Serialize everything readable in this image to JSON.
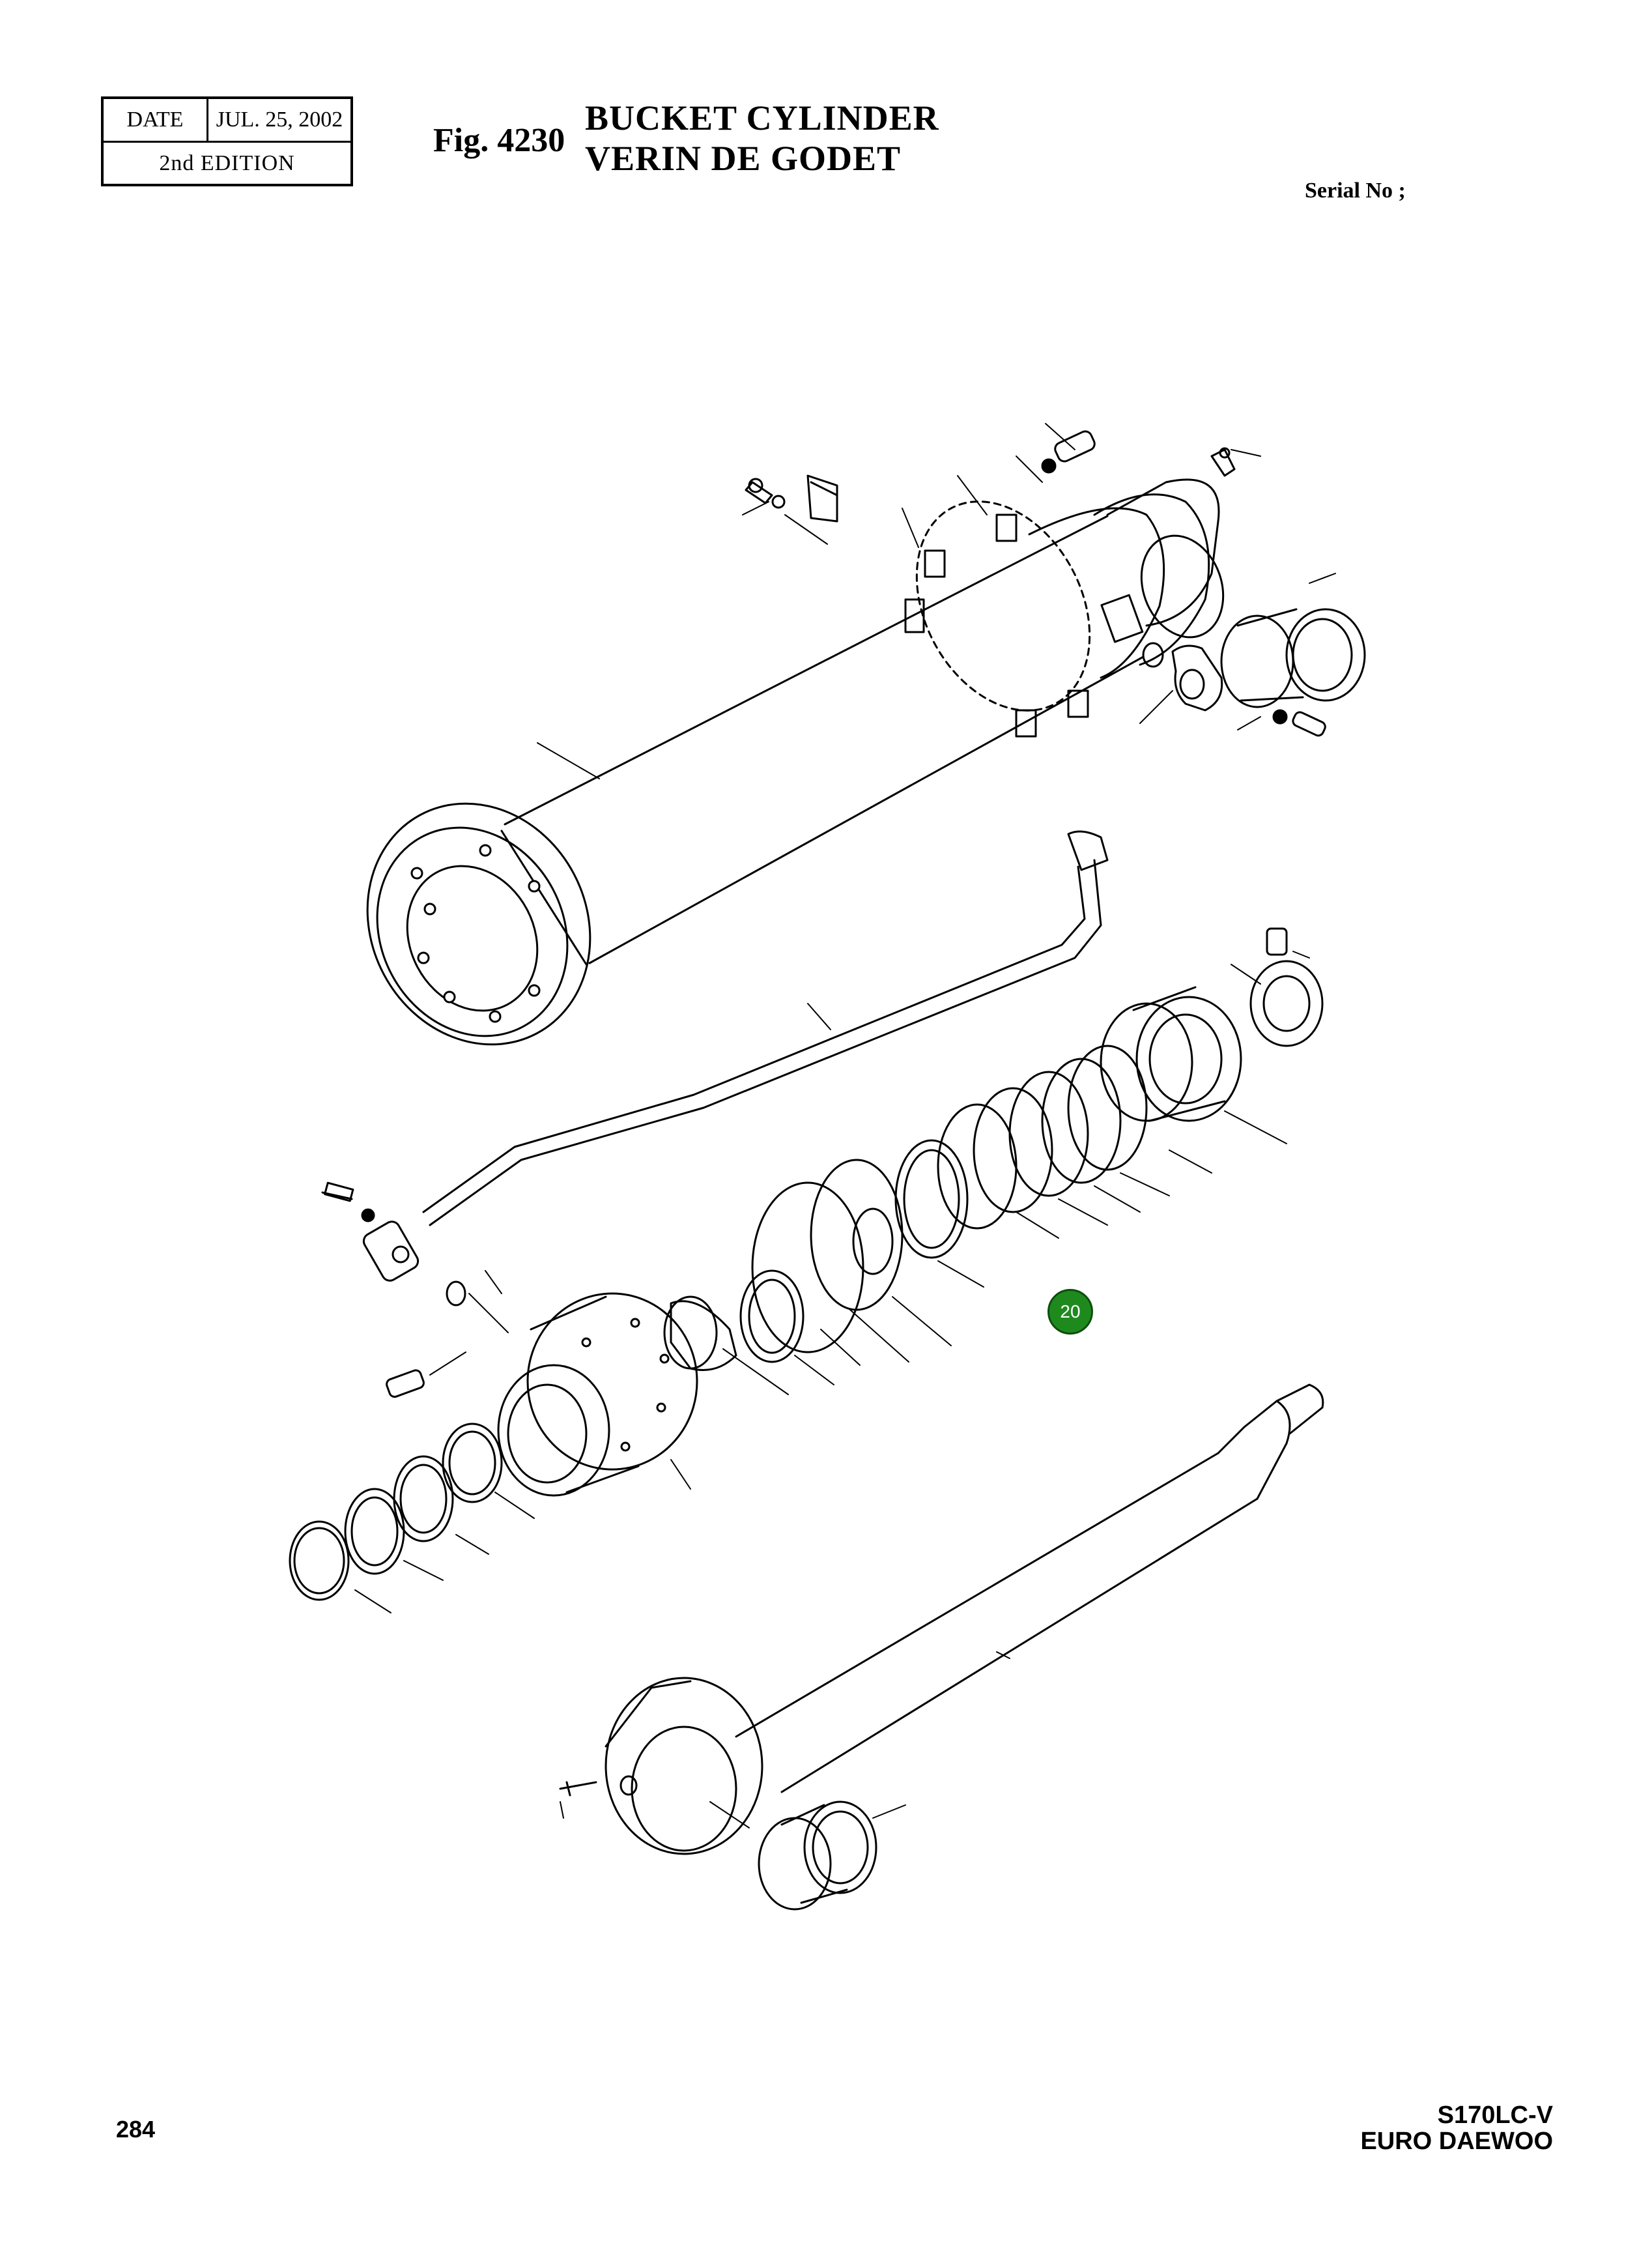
{
  "header": {
    "date_label": "DATE",
    "date_value": "JUL. 25, 2002",
    "edition": "2nd  EDITION",
    "figure_number": "Fig. 4230",
    "title_en": "BUCKET CYLINDER",
    "title_fr": "VERIN DE GODET",
    "serial_label": "Serial No ;"
  },
  "callout": {
    "label": "20",
    "color": "#1e8a1e"
  },
  "footer": {
    "page_number": "284",
    "model": "S170LC-V",
    "brand": "EURO DAEWOO"
  }
}
